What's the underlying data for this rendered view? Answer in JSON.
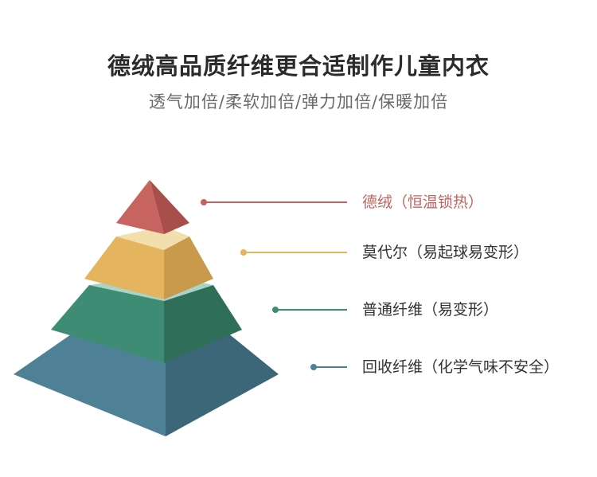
{
  "header": {
    "title": "德绒高品质纤维更合适制作儿童内衣",
    "subtitle": "透气加倍/柔软加倍/弹力加倍/保暖加倍"
  },
  "levels": [
    {
      "label": "德绒（恒温锁热）",
      "color": "#c0645d"
    },
    {
      "label": "莫代尔（易起球易变形）",
      "color": "#e2b35f"
    },
    {
      "label": "普通纤维（易变形）",
      "color": "#3f8a72"
    },
    {
      "label": "回收纤维（化学气味不安全）",
      "color": "#4e7f93"
    }
  ],
  "colors": {
    "label_top": "#c0645d",
    "label_default": "#333333",
    "tier1_front": "#c8645f",
    "tier1_side": "#a84f4b",
    "tier2_top": "#f3dfae",
    "tier2_front": "#e5b45f",
    "tier2_side": "#c99a4b",
    "tier3_top": "#a8d5c8",
    "tier3_front": "#3f8c74",
    "tier3_side": "#2f6f5a",
    "tier4_top": "#a9cbe0",
    "tier4_front": "#4f8196",
    "tier4_side": "#3c6778"
  }
}
